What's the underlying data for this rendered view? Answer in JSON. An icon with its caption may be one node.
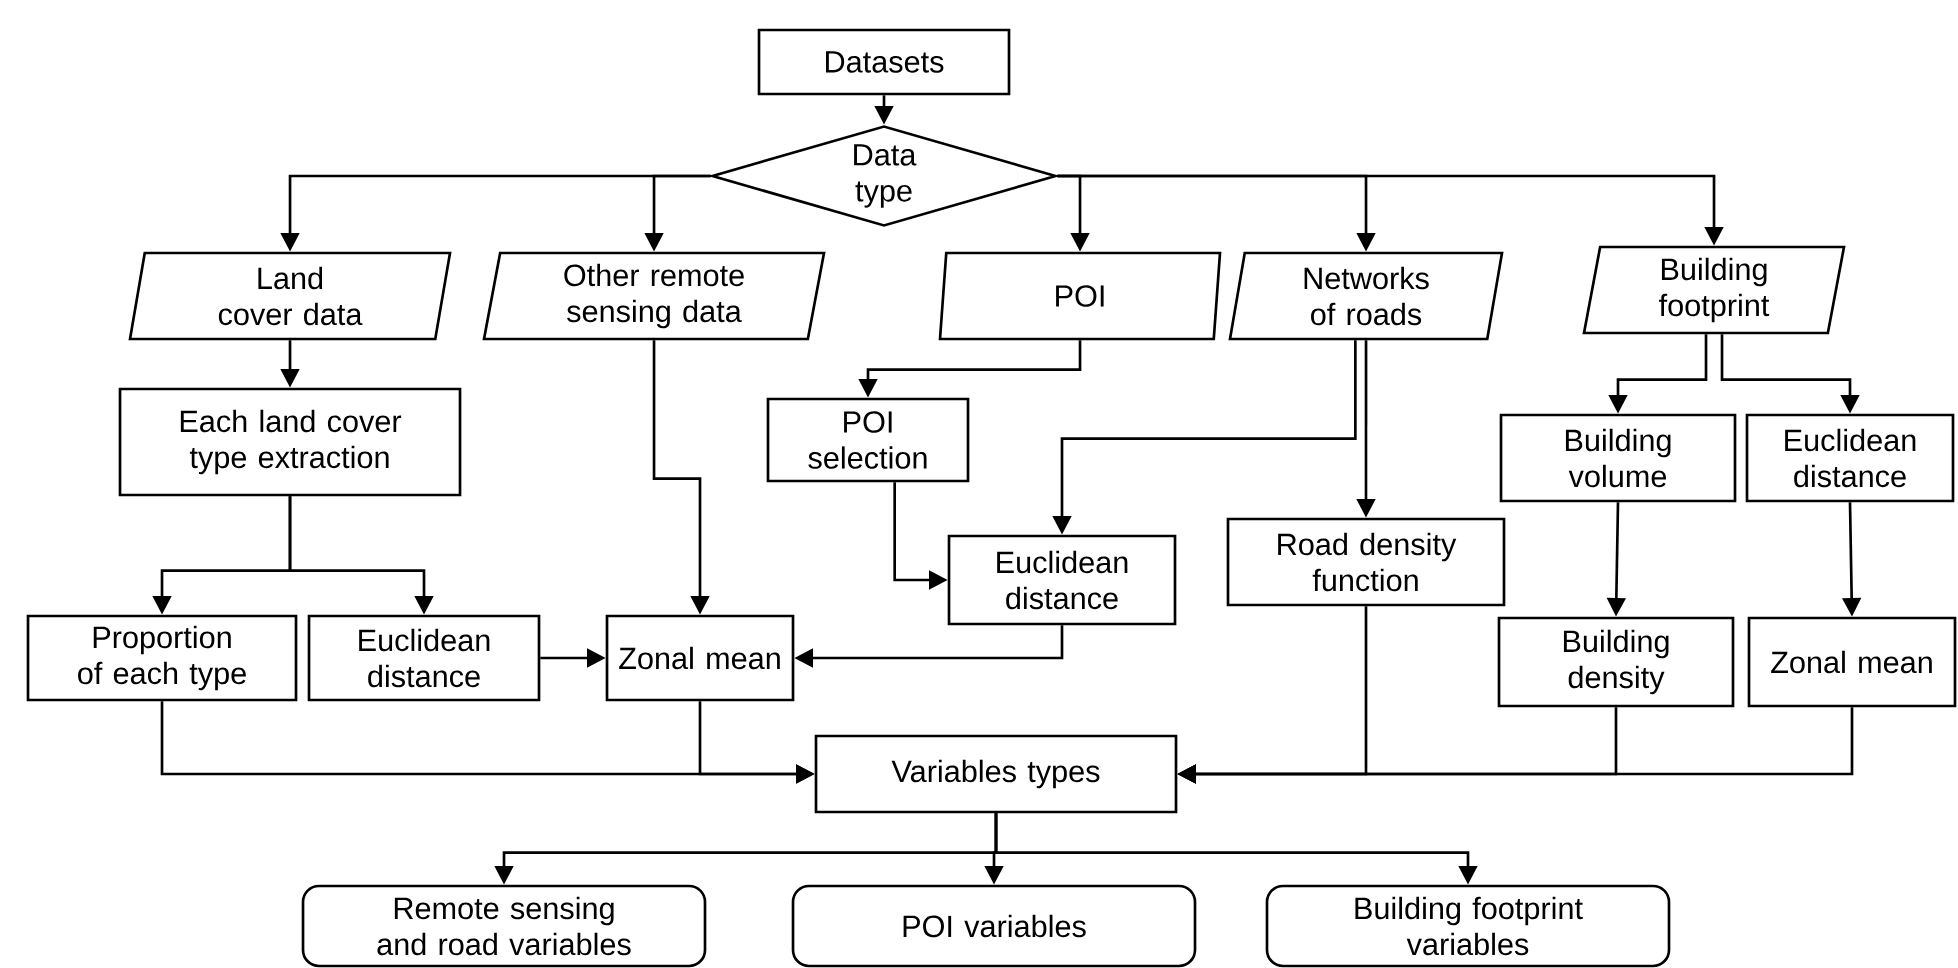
{
  "diagram": {
    "nodes": [
      {
        "text": [
          "Datasets"
        ]
      },
      {
        "text": [
          "Data type"
        ]
      },
      {
        "text": [
          "Land cover data"
        ]
      },
      {
        "text": [
          "Other remote sensing data"
        ]
      },
      {
        "text": [
          "POI"
        ]
      },
      {
        "text": [
          "Networks of roads"
        ]
      },
      {
        "text": [
          "Building footprint"
        ]
      },
      {
        "text": [
          "Each land cover type extraction"
        ]
      },
      {
        "text": [
          "POI selection"
        ]
      },
      {
        "text": [
          "Euclidean distance"
        ]
      },
      {
        "text": [
          "Road density function"
        ]
      },
      {
        "text": [
          "Building volume"
        ]
      },
      {
        "text": [
          "Euclidean distance"
        ]
      },
      {
        "text": [
          "Proportion of each type"
        ]
      },
      {
        "text": [
          "Euclidean distance"
        ]
      },
      {
        "text": [
          "Zonal mean"
        ]
      },
      {
        "text": [
          "Building density"
        ]
      },
      {
        "text": [
          "Zonal mean"
        ]
      },
      {
        "text": [
          "Variables types"
        ]
      },
      {
        "text": [
          "Remote sensing and road variables"
        ]
      },
      {
        "text": [
          "POI variables"
        ]
      },
      {
        "text": [
          "Building footprint variables"
        ]
      }
    ],
    "edges": [
      {
        "from": 0,
        "to": 1,
        "arrow": "to"
      },
      {
        "from": 1,
        "to": 2,
        "arrow": "to"
      },
      {
        "from": 1,
        "to": 3,
        "arrow": "to"
      },
      {
        "from": 1,
        "to": 4,
        "arrow": "to"
      },
      {
        "from": 1,
        "to": 5,
        "arrow": "to"
      },
      {
        "from": 1,
        "to": 6,
        "arrow": "to"
      },
      {
        "from": 2,
        "to": 7,
        "arrow": "to"
      },
      {
        "from": 4,
        "to": 8,
        "arrow": "to"
      },
      {
        "from": 5,
        "to": 9,
        "arrow": "to"
      },
      {
        "from": 5,
        "to": 10,
        "arrow": "to"
      },
      {
        "from": 6,
        "to": 11,
        "arrow": "to"
      },
      {
        "from": 6,
        "to": 12,
        "arrow": "to"
      },
      {
        "from": 7,
        "to": 13,
        "arrow": "to"
      },
      {
        "from": 7,
        "to": 14,
        "arrow": "to"
      },
      {
        "from": 3,
        "to": 15,
        "arrow": "to"
      },
      {
        "from": 8,
        "to": 9,
        "arrow": "to"
      },
      {
        "from": 9,
        "to": 15,
        "arrow": "to"
      },
      {
        "from": 14,
        "to": 15,
        "arrow": "to"
      },
      {
        "from": 11,
        "to": 16,
        "arrow": "to"
      },
      {
        "from": 12,
        "to": 17,
        "arrow": "to"
      },
      {
        "from": 13,
        "to": 18,
        "arrow": "to"
      },
      {
        "from": 15,
        "to": 18,
        "arrow": "to"
      },
      {
        "from": 10,
        "to": 18,
        "arrow": "to"
      },
      {
        "from": 16,
        "to": 18,
        "arrow": "to"
      },
      {
        "from": 17,
        "to": 18,
        "arrow": "to"
      },
      {
        "from": 18,
        "to": 19,
        "arrow": "to"
      },
      {
        "from": 18,
        "to": 20,
        "arrow": "to"
      },
      {
        "from": 18,
        "to": 21,
        "arrow": "to"
      }
    ]
  }
}
